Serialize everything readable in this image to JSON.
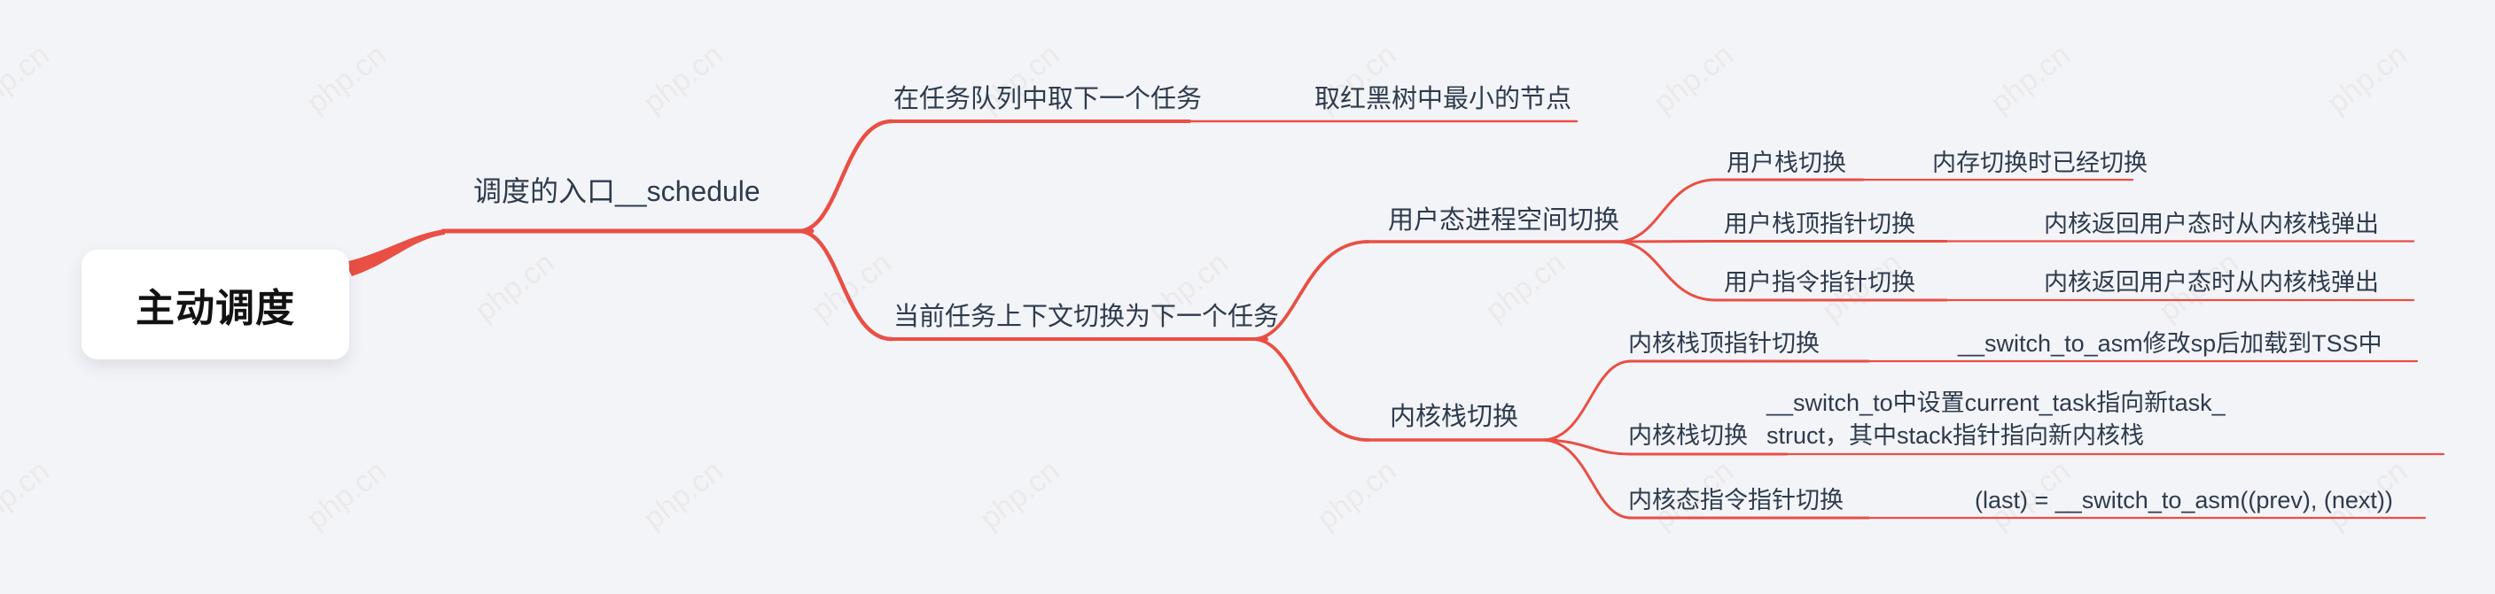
{
  "canvas": {
    "bg": "#f3f4f8",
    "line_color": "#e94f44",
    "text_color": "#2e3b4d",
    "root_bg": "#ffffff",
    "watermark": "php.cn"
  },
  "root": {
    "label": "主动调度"
  },
  "nodes": {
    "schedule_entry": "调度的入口__schedule",
    "take_next_task": "在任务队列中取下一个任务",
    "rbtree_min_note": "取红黑树中最小的节点",
    "context_switch": "当前任务上下文切换为下一个任务",
    "user_space_switch": "用户态进程空间切换",
    "user_stack_switch": "用户栈切换",
    "user_stack_note": "内存切换时已经切换",
    "user_sp_switch": "用户栈顶指针切换",
    "user_sp_note": "内核返回用户态时从内核栈弹出",
    "user_ip_switch": "用户指令指针切换",
    "user_ip_note": "内核返回用户态时从内核栈弹出",
    "kernel_stack_branch": "内核栈切换",
    "kernel_sp_switch": "内核栈顶指针切换",
    "kernel_sp_note": "__switch_to_asm修改sp后加载到TSS中",
    "kernel_stack_switch": "内核栈切换",
    "kernel_stack_note": "__switch_to中设置current_task指向新task_\nstruct，其中stack指针指向新内核栈",
    "kernel_ip_switch": "内核态指令指针切换",
    "kernel_ip_note": "(last) = __switch_to_asm((prev), (next))"
  }
}
